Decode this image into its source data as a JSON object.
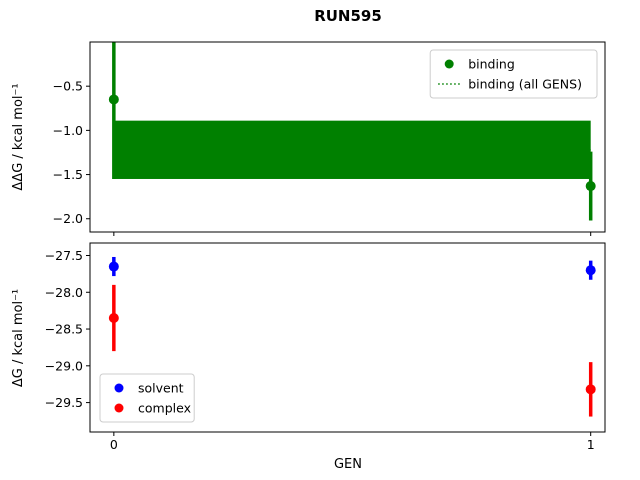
{
  "title": "RUN595",
  "xlabel": "GEN",
  "colors": {
    "binding": "#008000",
    "solvent": "#0000ff",
    "complex": "#ff0000"
  },
  "chart_data": [
    {
      "type": "scatter",
      "ylabel": "ΔΔG / kcal mol⁻¹",
      "xlim": [
        -0.05,
        1.03
      ],
      "ylim": [
        -2.15,
        0.0
      ],
      "yticks": [
        -0.5,
        -1.0,
        -1.5,
        -2.0
      ],
      "ytick_labels": [
        "−0.5",
        "−1.0",
        "−1.5",
        "−2.0"
      ],
      "xticks": [
        0,
        1
      ],
      "xtick_labels": [
        "0",
        "1"
      ],
      "show_xtick_labels": false,
      "grid": false,
      "series": [
        {
          "name": "binding",
          "color": "#008000",
          "marker": "circle",
          "x": [
            0,
            1
          ],
          "y": [
            -0.65,
            -1.63
          ],
          "yerr_plus": [
            0.9,
            0.39
          ],
          "yerr_minus": [
            0.9,
            0.39
          ]
        }
      ],
      "band": {
        "name": "binding (all GENS)",
        "color": "#008000",
        "line_style": "dotted",
        "x_range": [
          0,
          1
        ],
        "y_low": -1.55,
        "y_high": -0.89,
        "y_center": -1.22
      },
      "legend": {
        "position": "upper right",
        "entries": [
          {
            "label": "binding",
            "type": "marker",
            "color": "#008000"
          },
          {
            "label": "binding (all GENS)",
            "type": "dotted-line",
            "color": "#008000"
          }
        ]
      }
    },
    {
      "type": "scatter",
      "ylabel": "ΔG / kcal mol⁻¹",
      "xlim": [
        -0.05,
        1.03
      ],
      "ylim": [
        -29.9,
        -27.33
      ],
      "yticks": [
        -27.5,
        -28.0,
        -28.5,
        -29.0,
        -29.5
      ],
      "ytick_labels": [
        "−27.5",
        "−28.0",
        "−28.5",
        "−29.0",
        "−29.5"
      ],
      "xticks": [
        0,
        1
      ],
      "xtick_labels": [
        "0",
        "1"
      ],
      "show_xtick_labels": true,
      "grid": false,
      "series": [
        {
          "name": "solvent",
          "color": "#0000ff",
          "marker": "circle",
          "x": [
            0,
            1
          ],
          "y": [
            -27.65,
            -27.7
          ],
          "yerr_plus": [
            0.13,
            0.13
          ],
          "yerr_minus": [
            0.13,
            0.13
          ]
        },
        {
          "name": "complex",
          "color": "#ff0000",
          "marker": "circle",
          "x": [
            0,
            1
          ],
          "y": [
            -28.35,
            -29.32
          ],
          "yerr_plus": [
            0.45,
            0.37
          ],
          "yerr_minus": [
            0.45,
            0.37
          ]
        }
      ],
      "legend": {
        "position": "lower left",
        "entries": [
          {
            "label": "solvent",
            "type": "marker",
            "color": "#0000ff"
          },
          {
            "label": "complex",
            "type": "marker",
            "color": "#ff0000"
          }
        ]
      }
    }
  ]
}
